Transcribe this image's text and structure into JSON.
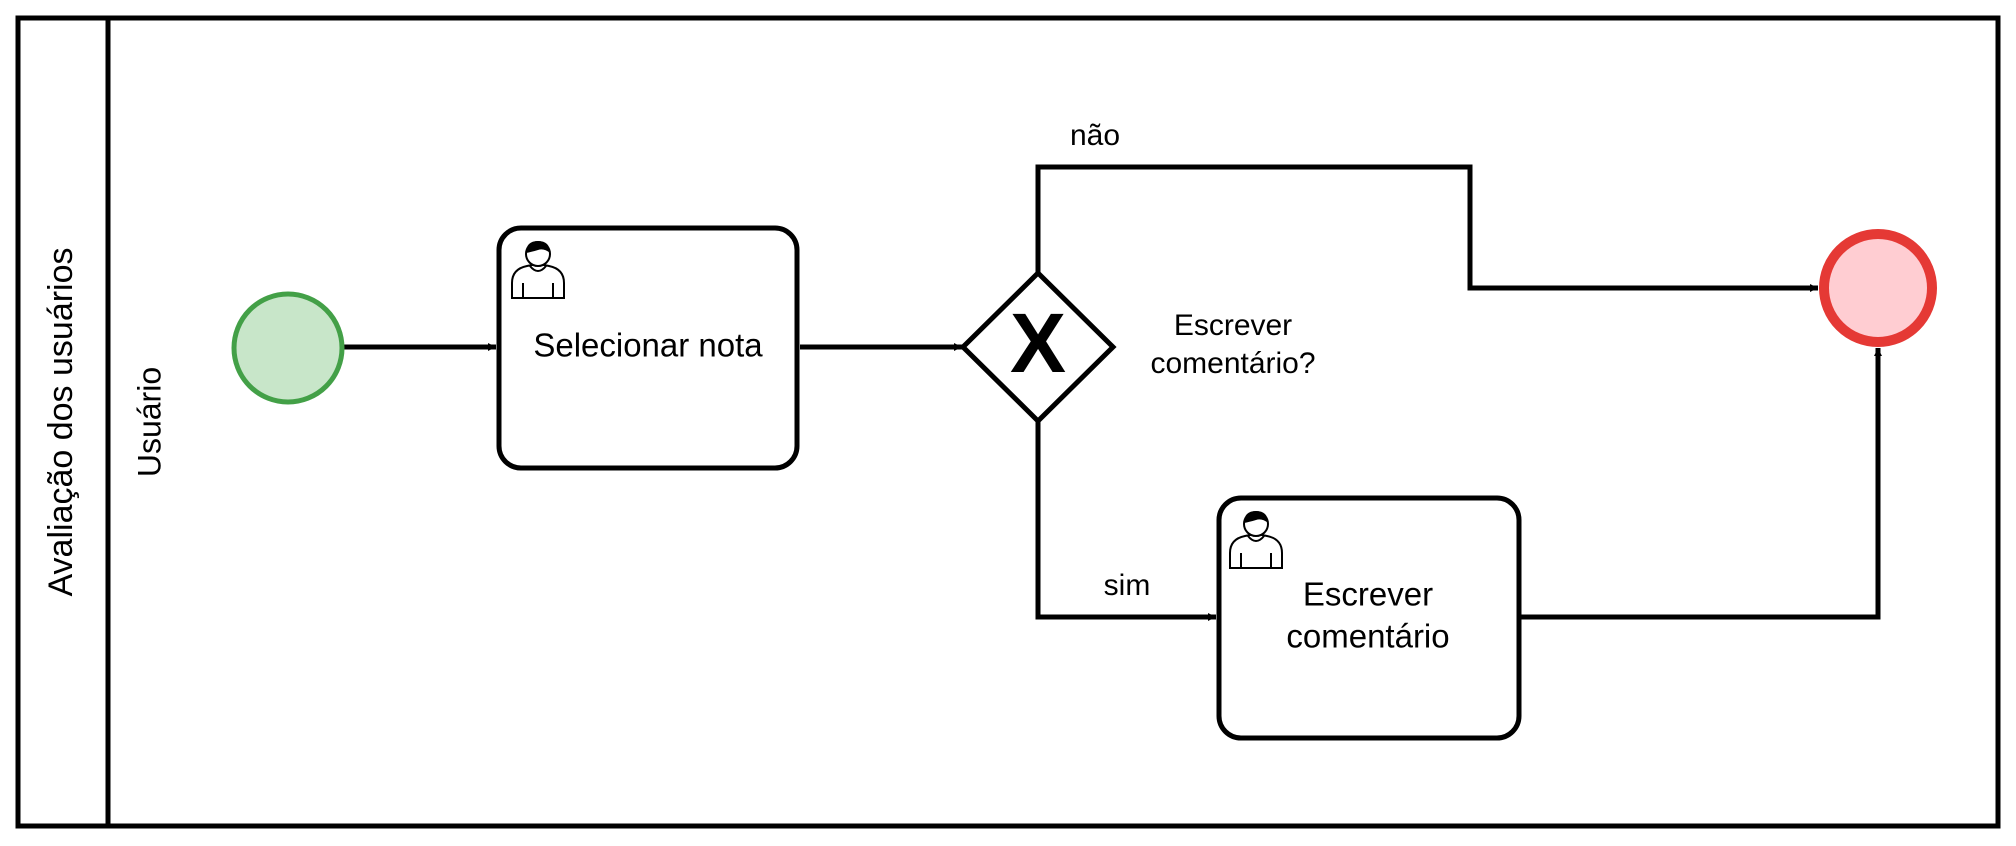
{
  "pool": {
    "label": "Avaliação dos usuários"
  },
  "lane": {
    "label": "Usuário"
  },
  "tasks": {
    "select": {
      "label": "Selecionar nota",
      "icon": "user-icon"
    },
    "comment": {
      "label_line1": "Escrever",
      "label_line2": "comentário",
      "icon": "user-icon"
    }
  },
  "gateway": {
    "symbol": "X",
    "label_line1": "Escrever",
    "label_line2": "comentário?"
  },
  "flows": {
    "no_label": "não",
    "yes_label": "sim"
  },
  "colors": {
    "start_fill": "#c8e6c9",
    "start_stroke": "#43a047",
    "end_fill": "#ffcdd2",
    "end_stroke": "#e53935",
    "stroke": "#000000"
  }
}
